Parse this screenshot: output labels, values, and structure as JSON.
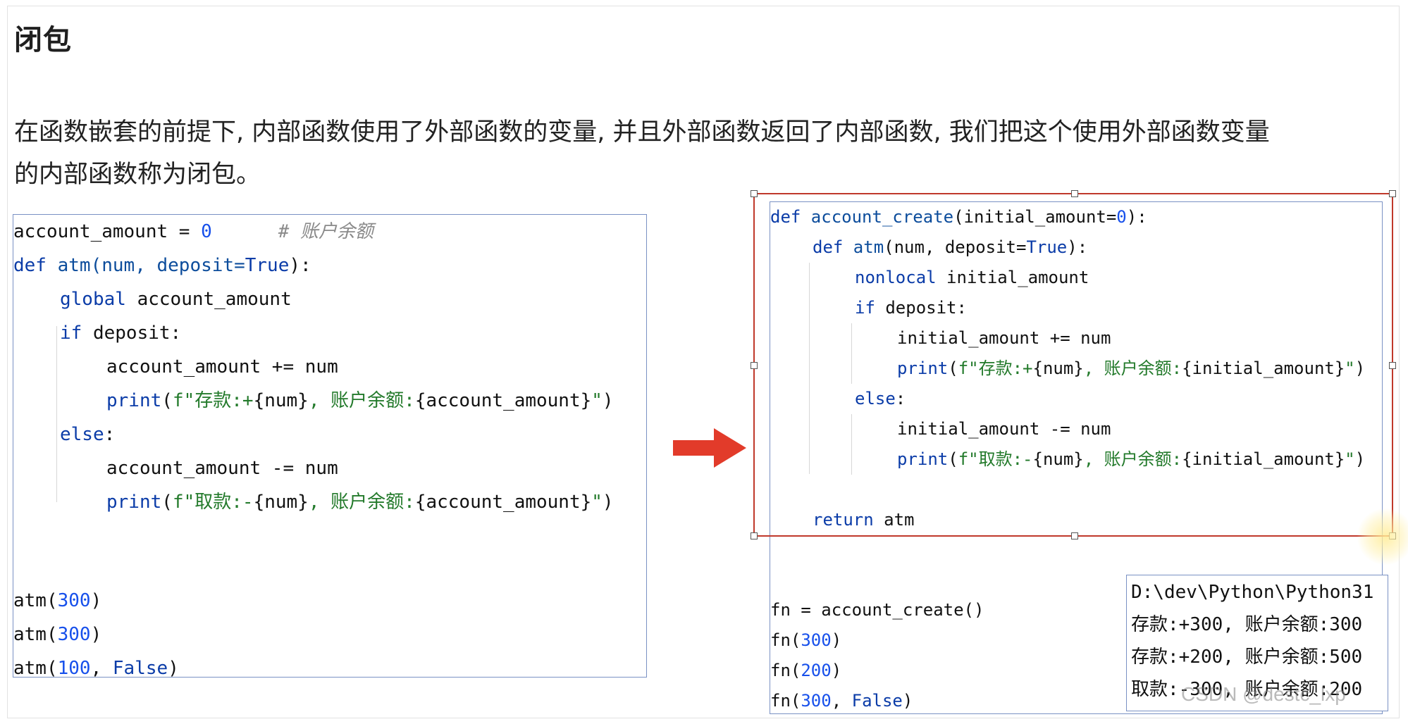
{
  "title": "闭包",
  "paragraph": {
    "line1": "在函数嵌套的前提下, 内部函数使用了外部函数的变量, 并且外部函数返回了内部函数, 我们把这个使用外部函数变量",
    "line2": "的内部函数称为闭包。"
  },
  "left_code": {
    "l1a": "account_amount = ",
    "l1b": "0",
    "l1c": "      ",
    "l1d": "# 账户余额",
    "l2a": "def",
    "l2b": " atm(num, deposit=",
    "l2c": "True",
    "l2d": "):",
    "l3a": "global",
    "l3b": " account_amount",
    "l4a": "if",
    "l4b": " deposit:",
    "l5": "account_amount += num",
    "l6a": "print",
    "l6b": "(",
    "l6c": "f\"存款:+",
    "l6d": "{num}",
    "l6e": ", 账户余额:",
    "l6f": "{account_amount}",
    "l6g": "\"",
    "l6h": ")",
    "l7a": "else",
    "l7b": ":",
    "l8": "account_amount -= num",
    "l9a": "print",
    "l9b": "(",
    "l9c": "f\"取款:-",
    "l9d": "{num}",
    "l9e": ", 账户余额:",
    "l9f": "{account_amount}",
    "l9g": "\"",
    "l9h": ")",
    "c1a": "atm(",
    "c1b": "300",
    "c1c": ")",
    "c2a": "atm(",
    "c2b": "300",
    "c2c": ")",
    "c3a": "atm(",
    "c3b": "100",
    "c3c": ", ",
    "c3d": "False",
    "c3e": ")"
  },
  "right_code": {
    "r1a": "def",
    "r1b": " account_create",
    "r1c": "(initial_amount=",
    "r1d": "0",
    "r1e": "):",
    "r2a": "def",
    "r2b": " atm",
    "r2c": "(num, deposit=",
    "r2d": "True",
    "r2e": "):",
    "r3a": "nonlocal",
    "r3b": " initial_amount",
    "r4a": "if",
    "r4b": " deposit:",
    "r5": "initial_amount += num",
    "r6a": "print",
    "r6b": "(",
    "r6c": "f\"存款:+",
    "r6d": "{num}",
    "r6e": ", 账户余额:",
    "r6f": "{initial_amount}",
    "r6g": "\"",
    "r6h": ")",
    "r7a": "else",
    "r7b": ":",
    "r8": "initial_amount -= num",
    "r9a": "print",
    "r9b": "(",
    "r9c": "f\"取款:-",
    "r9d": "{num}",
    "r9e": ", 账户余额:",
    "r9f": "{initial_amount}",
    "r9g": "\"",
    "r9h": ")",
    "r10a": "return",
    "r10b": " atm",
    "r11": "fn = account_create()",
    "r12a": "fn(",
    "r12b": "300",
    "r12c": ")",
    "r13a": "fn(",
    "r13b": "200",
    "r13c": ")",
    "r14a": "fn(",
    "r14b": "300",
    "r14c": ", ",
    "r14d": "False",
    "r14e": ")"
  },
  "output": {
    "path": "D:\\dev\\Python\\Python31",
    "lines": [
      "存款:+300, 账户余额:300",
      "存款:+200, 账户余额:500",
      "取款:-300, 账户余额:200"
    ]
  },
  "watermark": "CSDN @destc_lxp",
  "colors": {
    "keyword": "#0b3ca8",
    "number": "#1750eb",
    "string": "#237a2b",
    "comment": "#8a8a8a",
    "selection": "#c0392b",
    "arrow": "#e23b2a"
  },
  "icons": {
    "arrow": "right-arrow-icon"
  }
}
